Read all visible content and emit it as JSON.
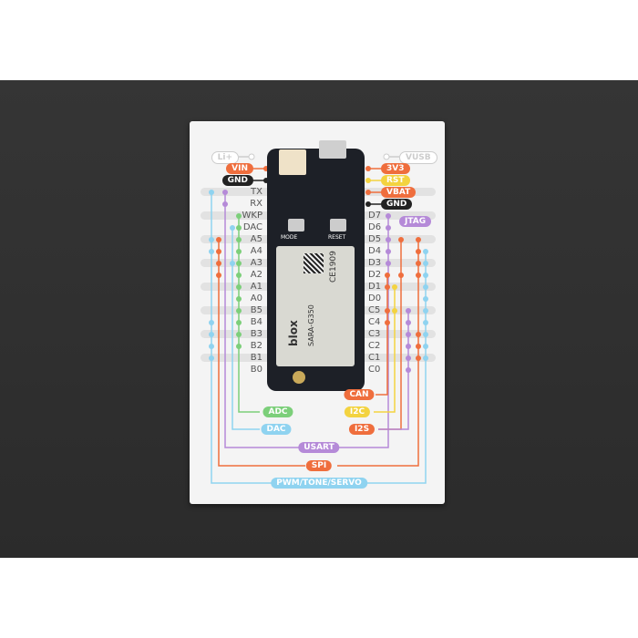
{
  "colors": {
    "blue": "#8fd3f0",
    "purple": "#b58ad8",
    "orange": "#ef6e3d",
    "green": "#7ccf7a",
    "yellow": "#f3d340",
    "black": "#222222"
  },
  "top_left": [
    {
      "label": "Li+",
      "style": "outline"
    },
    {
      "label": "VIN",
      "style": "orange"
    },
    {
      "label": "GND",
      "style": "black"
    }
  ],
  "top_right": [
    {
      "label": "VUSB",
      "style": "outline"
    },
    {
      "label": "3V3",
      "style": "orange"
    },
    {
      "label": "RST",
      "style": "yellow"
    },
    {
      "label": "VBAT",
      "style": "orange"
    },
    {
      "label": "GND",
      "style": "black"
    }
  ],
  "left_pins": [
    "TX",
    "RX",
    "WKP",
    "DAC",
    "A5",
    "A4",
    "A3",
    "A2",
    "A1",
    "A0",
    "B5",
    "B4",
    "B3",
    "B2",
    "B1",
    "B0"
  ],
  "right_pins": [
    "D7",
    "D6",
    "D5",
    "D4",
    "D3",
    "D2",
    "D1",
    "D0",
    "C5",
    "C4",
    "C3",
    "C2",
    "C1",
    "C0"
  ],
  "board": {
    "mode": "MODE",
    "reset": "RESET",
    "brand": "blox",
    "model": "SARA-G350",
    "ce": "CE1909"
  },
  "legend": {
    "jtag": "JTAG",
    "can": "CAN",
    "adc": "ADC",
    "i2c": "I2C",
    "dac": "DAC",
    "i2s": "I2S",
    "usart": "USART",
    "spi": "SPI",
    "pwm": "PWM/TONE/SERVO"
  }
}
